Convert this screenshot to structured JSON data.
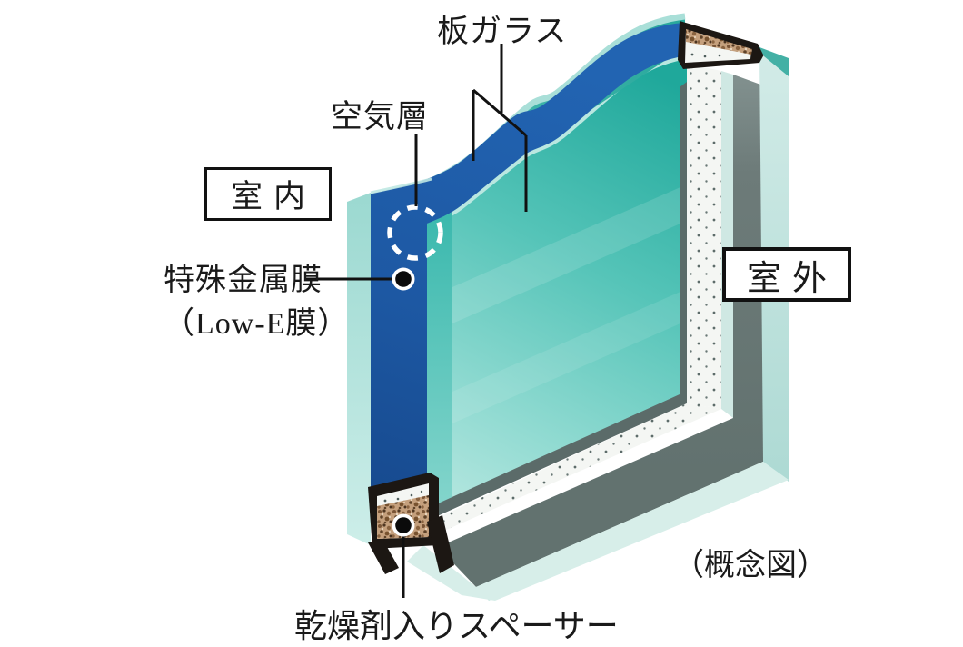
{
  "diagram": {
    "type": "low-e-double-glazing-cutaway",
    "note": "（概念図）",
    "labels": {
      "plate_glass": "板ガラス",
      "air_layer": "空気層",
      "indoor": "室内",
      "special_metal_film": "特殊金属膜",
      "low_e_film": "（Low-E膜）",
      "outdoor": "室外",
      "desiccant_spacer": "乾燥剤入りスペーサー"
    },
    "colors": {
      "low_e_film_blue": "#1e5ba6",
      "glass_teal_dark": "#23a89c",
      "glass_teal_light": "#c0e9e3",
      "glass_edge_teal": "#3cb9ae",
      "frame_gray": "#6d7b79",
      "desiccant_brown": "#c5a07d",
      "spacer_white": "#f4f6f3",
      "outline_black": "#1c1713",
      "background": "#ffffff"
    }
  }
}
